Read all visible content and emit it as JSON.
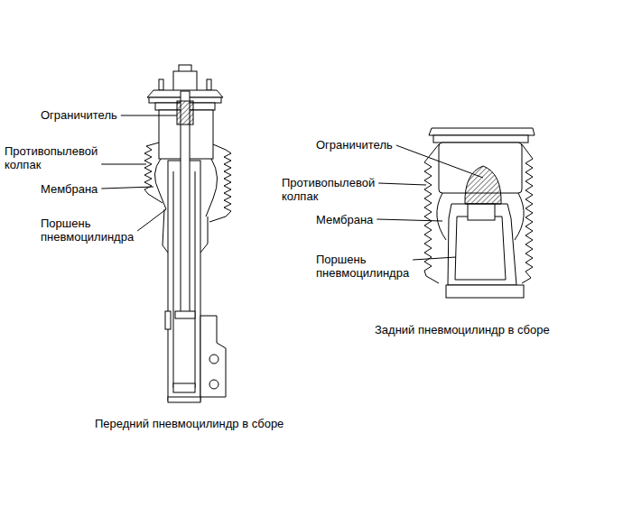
{
  "diagram": {
    "labels": [
      "Ограничитель",
      "Противопылевой колпак",
      "Мембрана",
      "Поршень пневмоцилиндра",
      "Передний пневмоцилиндр в сборе",
      "Ограничитель",
      "Противопылевой колпак",
      "Мембрана",
      "Поршень пневмоцилиндра",
      "Задний пневмоцилиндр в сборе"
    ]
  }
}
